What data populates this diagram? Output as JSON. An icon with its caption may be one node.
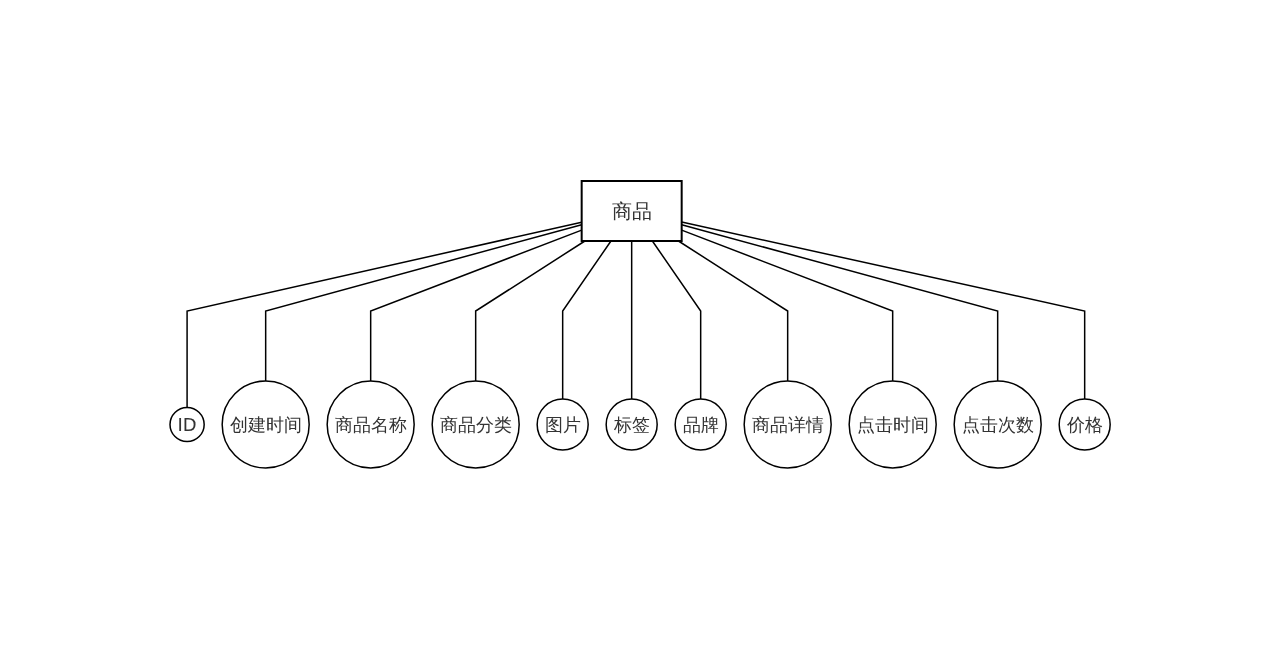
{
  "diagram": {
    "nodes": [
      {
        "text": [
          "商品"
        ]
      },
      {
        "text": [
          "ID"
        ]
      },
      {
        "text": [
          "创建时间"
        ]
      },
      {
        "text": [
          "商品名称"
        ]
      },
      {
        "text": [
          "商品分类"
        ]
      },
      {
        "text": [
          "图片"
        ]
      },
      {
        "text": [
          "标签"
        ]
      },
      {
        "text": [
          "品牌"
        ]
      },
      {
        "text": [
          "商品详情"
        ]
      },
      {
        "text": [
          "点击时间"
        ]
      },
      {
        "text": [
          "点击次数"
        ]
      },
      {
        "text": [
          "价格"
        ]
      }
    ],
    "edges": [
      {
        "from": 0,
        "to": 1,
        "arrow": "none"
      },
      {
        "from": 0,
        "to": 2,
        "arrow": "none"
      },
      {
        "from": 0,
        "to": 3,
        "arrow": "none"
      },
      {
        "from": 0,
        "to": 4,
        "arrow": "none"
      },
      {
        "from": 0,
        "to": 5,
        "arrow": "none"
      },
      {
        "from": 0,
        "to": 6,
        "arrow": "none"
      },
      {
        "from": 0,
        "to": 7,
        "arrow": "none"
      },
      {
        "from": 0,
        "to": 8,
        "arrow": "none"
      },
      {
        "from": 0,
        "to": 9,
        "arrow": "none"
      },
      {
        "from": 0,
        "to": 10,
        "arrow": "none"
      },
      {
        "from": 0,
        "to": 11,
        "arrow": "none"
      }
    ]
  }
}
